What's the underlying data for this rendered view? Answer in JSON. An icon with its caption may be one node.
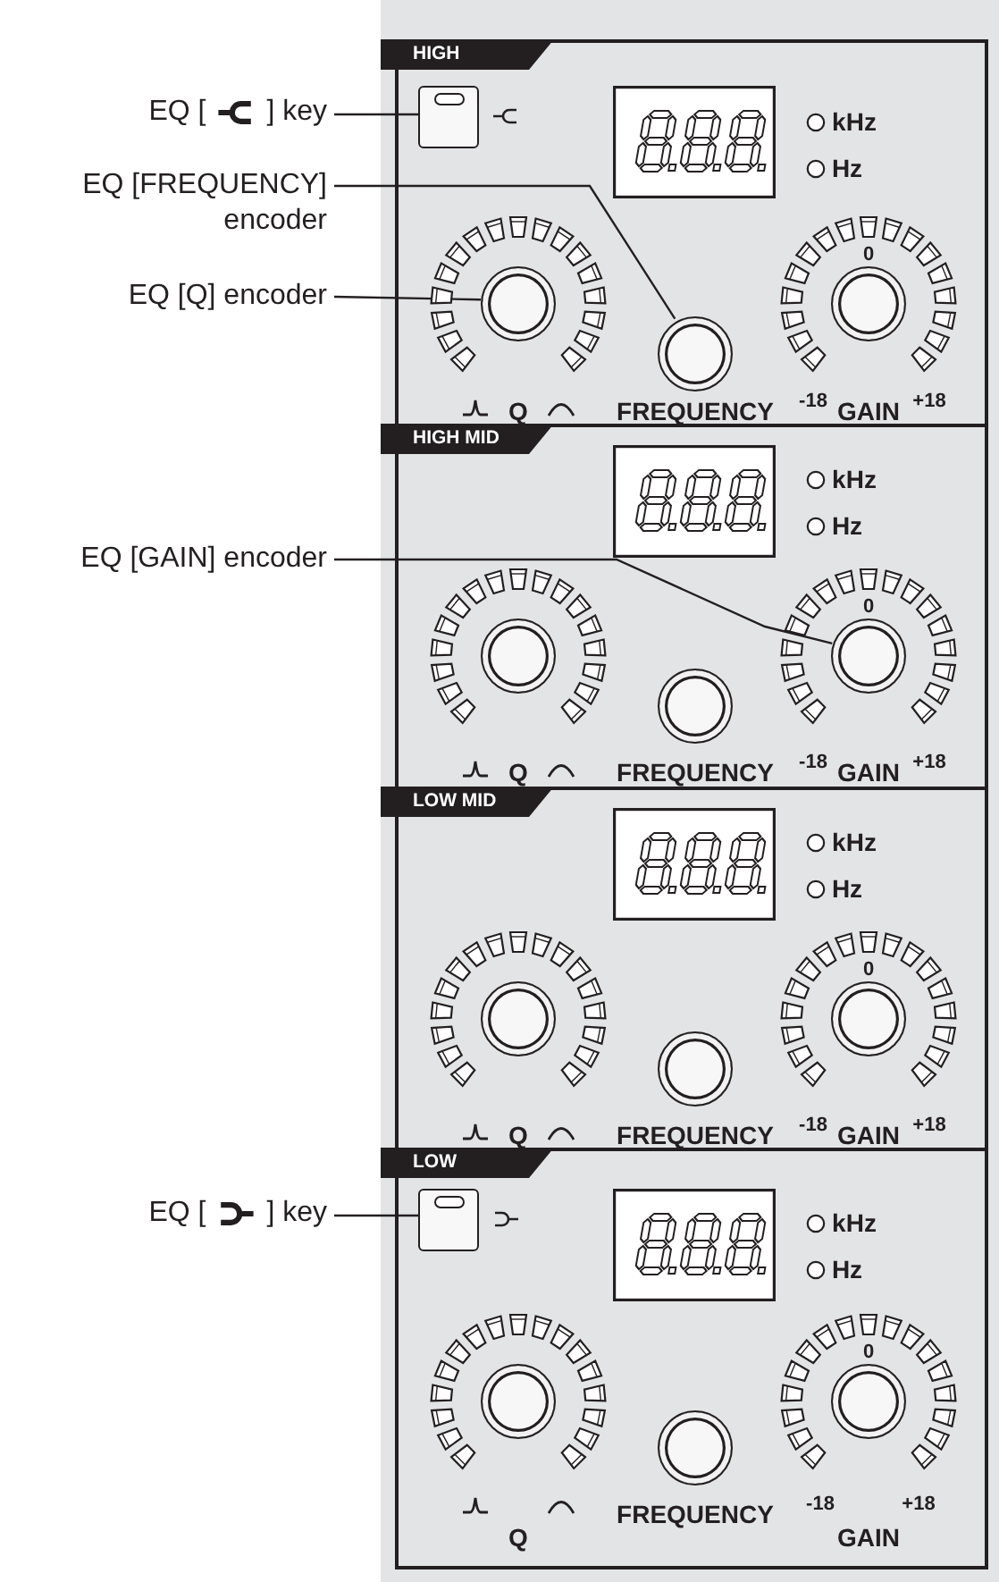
{
  "diagram": {
    "nodes": [
      {
        "text": [
          "EQ [",
          "] key"
        ]
      },
      {
        "text": [
          "EQ [FREQUENCY] encoder"
        ]
      },
      {
        "text": [
          "EQ [Q] encoder"
        ]
      },
      {
        "text": [
          "EQ [GAIN] encoder"
        ]
      },
      {
        "text": [
          "EQ [",
          "] key"
        ]
      },
      {
        "text": [
          "HIGH",
          "kHz",
          "Hz",
          "0",
          "Q",
          "FREQUENCY",
          "-18",
          "GAIN",
          "+18"
        ]
      },
      {
        "text": [],
        "shape": "box",
        "in": 5
      },
      {
        "text": [],
        "shape": "circle",
        "in": 5
      },
      {
        "text": [],
        "shape": "circle",
        "in": 5
      },
      {
        "text": [],
        "shape": "circle",
        "in": 5
      },
      {
        "text": [
          "HIGH MID",
          "kHz",
          "Hz",
          "0",
          "Q",
          "FREQUENCY",
          "-18",
          "GAIN",
          "+18"
        ]
      },
      {
        "text": [],
        "shape": "circle",
        "in": 10
      },
      {
        "text": [],
        "shape": "circle",
        "in": 10
      },
      {
        "text": [],
        "shape": "circle",
        "in": 10
      },
      {
        "text": [
          "LOW MID",
          "kHz",
          "Hz",
          "0",
          "Q",
          "FREQUENCY",
          "-18",
          "GAIN",
          "+18"
        ]
      },
      {
        "text": [],
        "shape": "circle",
        "in": 14
      },
      {
        "text": [],
        "shape": "circle",
        "in": 14
      },
      {
        "text": [],
        "shape": "circle",
        "in": 14
      },
      {
        "text": [
          "LOW",
          "kHz",
          "Hz",
          "0",
          "Q",
          "FREQUENCY",
          "-18",
          "GAIN",
          "+18"
        ]
      },
      {
        "text": [],
        "shape": "box",
        "in": 18
      },
      {
        "text": [],
        "shape": "circle",
        "in": 18
      },
      {
        "text": [],
        "shape": "circle",
        "in": 18
      },
      {
        "text": [],
        "shape": "circle",
        "in": 18
      }
    ],
    "edges": [
      {
        "from": 0,
        "to": 6,
        "arrow": "none"
      },
      {
        "from": 1,
        "to": 8,
        "arrow": "none"
      },
      {
        "from": 2,
        "to": 7,
        "arrow": "none"
      },
      {
        "from": 3,
        "to": 13,
        "arrow": "none"
      },
      {
        "from": 4,
        "to": 19,
        "arrow": "none"
      }
    ]
  }
}
